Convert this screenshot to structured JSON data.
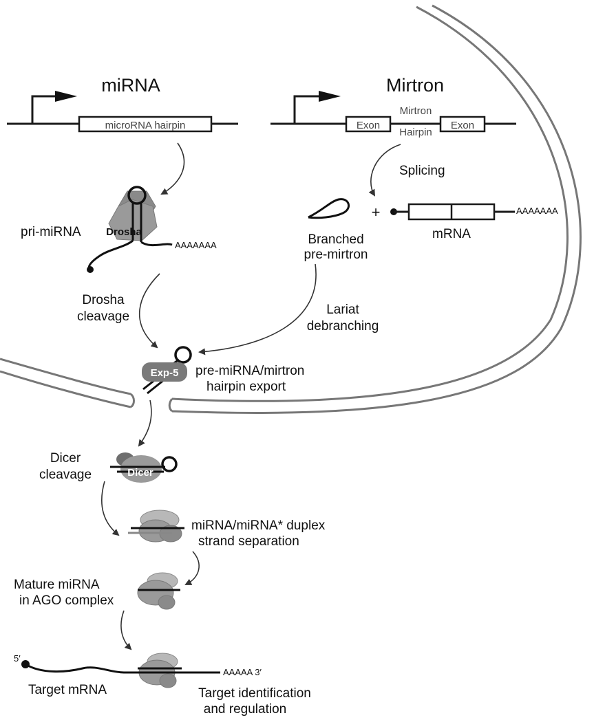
{
  "titles": {
    "mirna": "miRNA",
    "mirtron": "Mirtron"
  },
  "genes": {
    "microrna_hairpin": "microRNA hairpin",
    "exon_left": "Exon",
    "exon_right": "Exon",
    "mirtron_label": "Mirtron",
    "hairpin_label": "Hairpin"
  },
  "steps": {
    "splicing": "Splicing",
    "pri_mirna": "pri-miRNA",
    "drosha": "Drosha",
    "polya_pri": "AAAAAAA",
    "branched_line1": "Branched",
    "branched_line2": "pre-mirtron",
    "plus": "+",
    "mrna": "mRNA",
    "polya_mrna": "AAAAAAA",
    "drosha_cleavage_line1": "Drosha",
    "drosha_cleavage_line2": "cleavage",
    "lariat_line1": "Lariat",
    "lariat_line2": "debranching",
    "exp5": "Exp-5",
    "export_line1": "pre-miRNA/mirtron",
    "export_line2": "hairpin export",
    "dicer_cleavage_line1": "Dicer",
    "dicer_cleavage_line2": "cleavage",
    "dicer": "Dicer",
    "duplex_line1": "miRNA/miRNA* duplex",
    "duplex_line2": "strand separation",
    "mature_line1": "Mature miRNA",
    "mature_line2": "in AGO complex",
    "five_prime": "5′",
    "polya_target": "AAAAA 3′",
    "target_mrna": "Target mRNA",
    "target_id_line1": "Target identification",
    "target_id_line2": "and regulation"
  },
  "colors": {
    "protein_dark": "#6e6e6e",
    "protein_mid": "#9a9a9a",
    "protein_light": "#b8b8b8",
    "stroke": "#1a1a1a"
  }
}
